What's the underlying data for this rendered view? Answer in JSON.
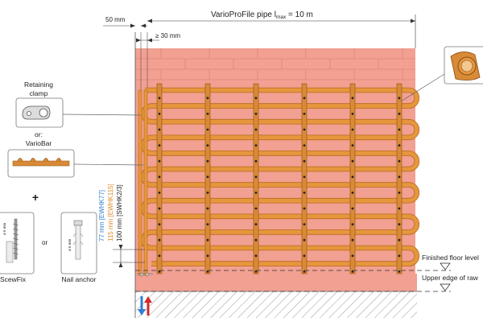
{
  "dimensions": {
    "offset": "50 mm",
    "min_spacing": "≥ 30 mm",
    "pipe_prefix": "VarioProFile pipe l",
    "pipe_sub": "max",
    "pipe_suffix": " = 10 m",
    "spacing_ewhk77": "77 mm [EWHK77]",
    "spacing_ewhk115": "115 mm [EWHK115]",
    "spacing_swhk23": "100 mm [SWHK2/3]"
  },
  "labels": {
    "retaining_clamp": [
      "Retaining",
      "clamp"
    ],
    "or_label": "or:",
    "variobar": "VarioBar",
    "plus": "+",
    "or_small": "or",
    "screw_fix": "ScewFix",
    "nail_anchor": "Nail anchor",
    "size_small": "ø 6 mm",
    "finished_floor": "Finished floor level",
    "upper_edge": "Upper edge of raw"
  },
  "colors": {
    "wall": "#f2a092",
    "pipe": "#e6963c",
    "pipe_dark": "#b66a1e",
    "bar": "#d98a36",
    "hatch": "#9a9a9a",
    "flow_blue": "#2f7fd1",
    "flow_red": "#d42a2a",
    "label_blue": "#2f7fd1",
    "label_orange": "#e08a2a"
  },
  "icons": [
    "retaining-clamp-icon",
    "variobar-icon",
    "screw-icon",
    "nail-anchor-icon",
    "pipe-cross-section-icon",
    "floor-level-marker-icon",
    "flow-arrow-icon"
  ]
}
